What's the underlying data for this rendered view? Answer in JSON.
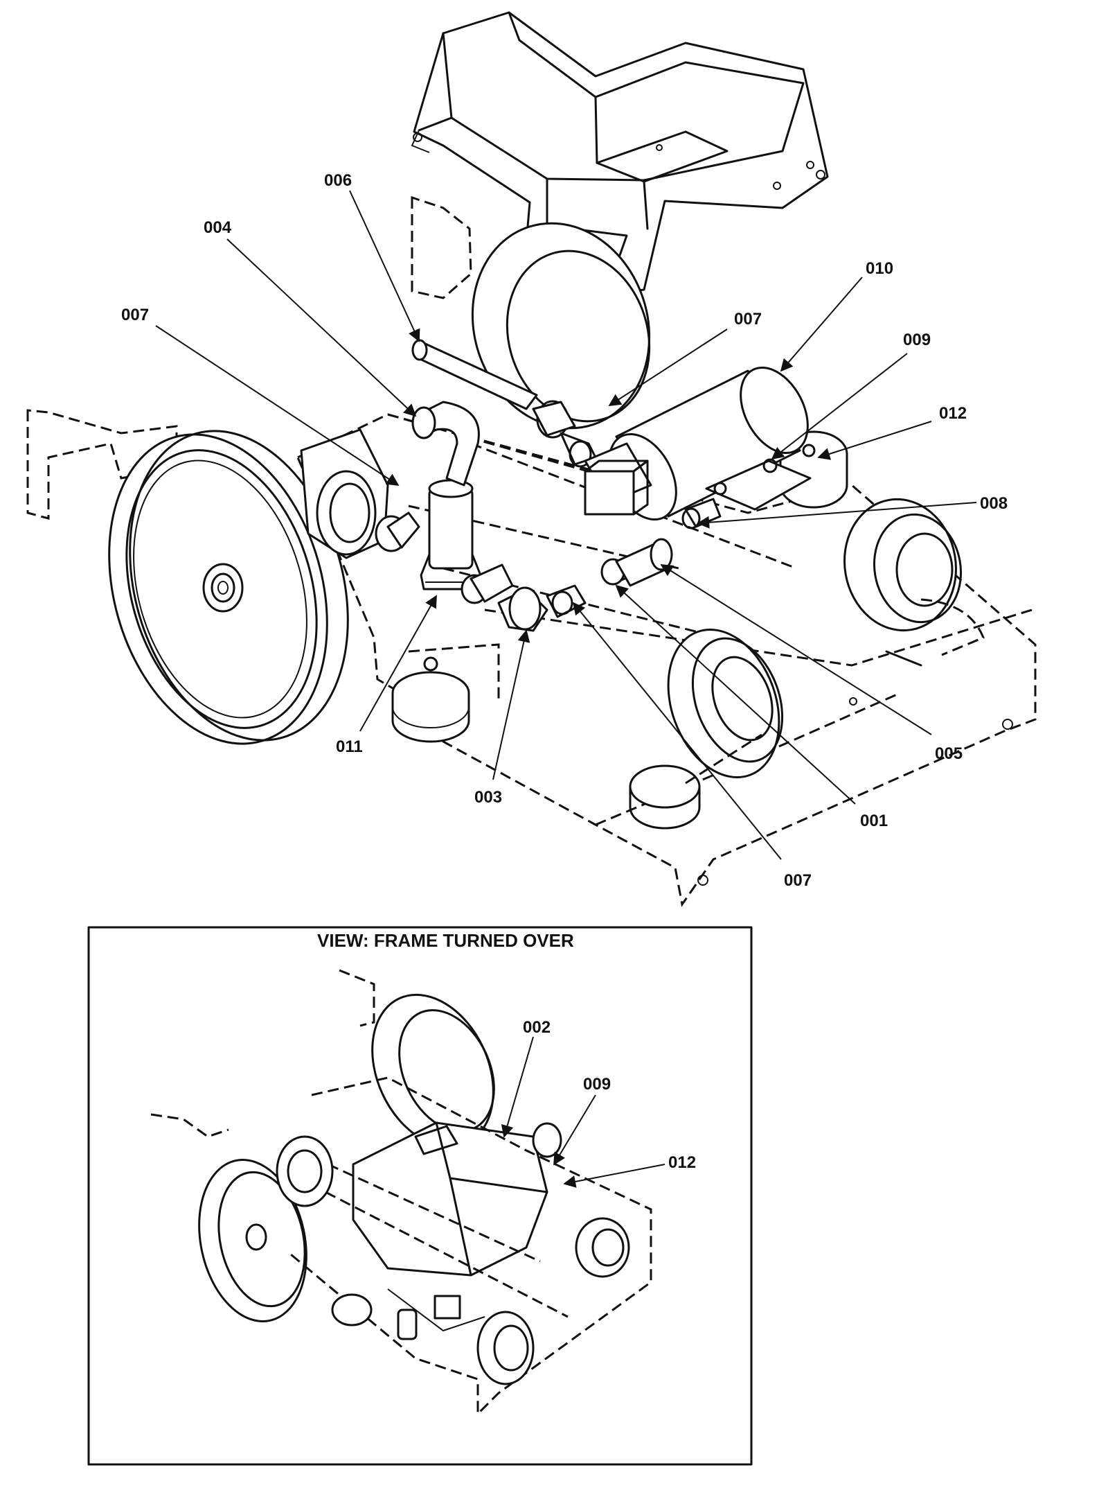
{
  "diagram": {
    "main_view": {
      "callouts": [
        {
          "id": "c006",
          "label": "006"
        },
        {
          "id": "c004",
          "label": "004"
        },
        {
          "id": "c007a",
          "label": "007"
        },
        {
          "id": "c007b",
          "label": "007"
        },
        {
          "id": "c010",
          "label": "010"
        },
        {
          "id": "c009",
          "label": "009"
        },
        {
          "id": "c012",
          "label": "012"
        },
        {
          "id": "c008",
          "label": "008"
        },
        {
          "id": "c011",
          "label": "011"
        },
        {
          "id": "c003",
          "label": "003"
        },
        {
          "id": "c005",
          "label": "005"
        },
        {
          "id": "c001",
          "label": "001"
        },
        {
          "id": "c007c",
          "label": "007"
        }
      ]
    },
    "inset_view": {
      "title": "VIEW: FRAME TURNED OVER",
      "callouts": [
        {
          "id": "i002",
          "label": "002"
        },
        {
          "id": "i009",
          "label": "009"
        },
        {
          "id": "i012",
          "label": "012"
        }
      ]
    }
  }
}
